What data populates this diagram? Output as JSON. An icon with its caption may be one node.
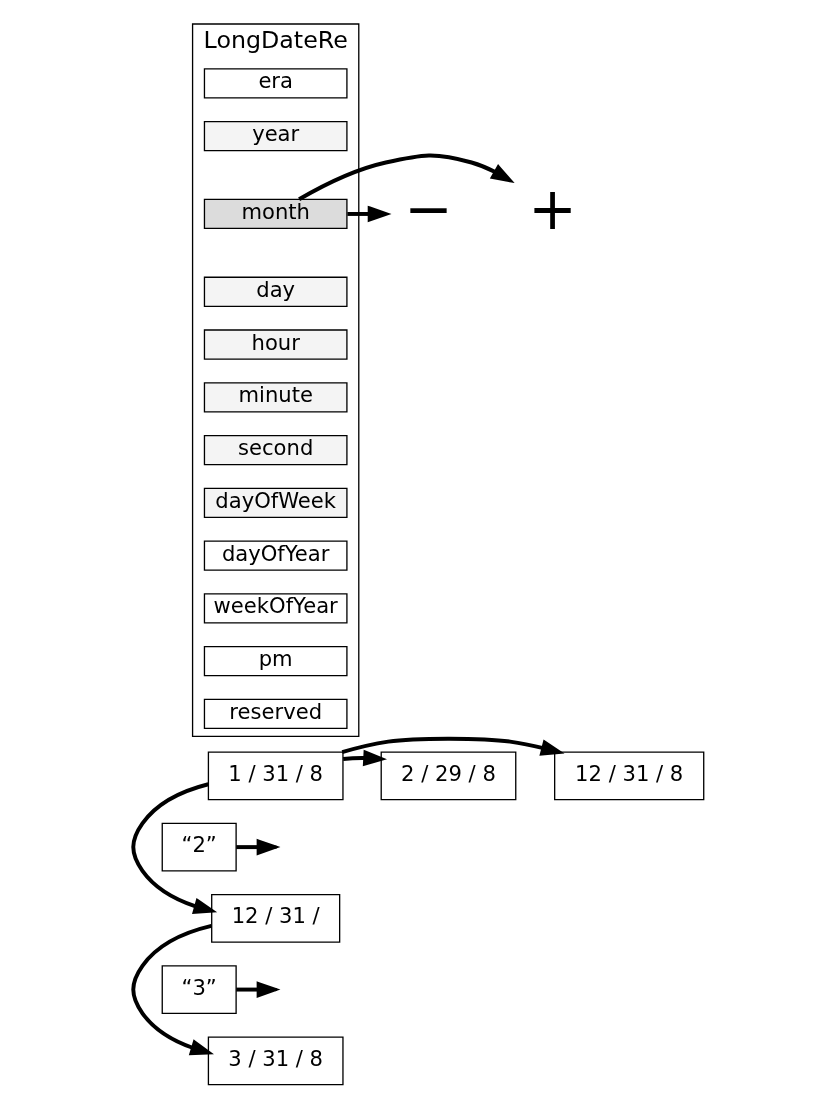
{
  "diagram": {
    "nodes": [
      {
        "text": [
          "LongDateRe"
        ]
      },
      {
        "text": [
          "era"
        ],
        "in": 0
      },
      {
        "text": [
          "year"
        ],
        "in": 0
      },
      {
        "text": [
          "month"
        ],
        "in": 0
      },
      {
        "text": [
          "day"
        ],
        "in": 0
      },
      {
        "text": [
          "hour"
        ],
        "in": 0
      },
      {
        "text": [
          "minute"
        ],
        "in": 0
      },
      {
        "text": [
          "second"
        ],
        "in": 0
      },
      {
        "text": [
          "dayOfWeek"
        ],
        "in": 0
      },
      {
        "text": [
          "dayOfYear"
        ],
        "in": 0
      },
      {
        "text": [
          "weekOfYear"
        ],
        "in": 0
      },
      {
        "text": [
          "pm"
        ],
        "in": 0
      },
      {
        "text": [
          "reserved"
        ],
        "in": 0
      },
      {
        "text": [
          "−"
        ]
      },
      {
        "text": [
          "+"
        ]
      },
      {
        "text": [
          "12 / 31 / 8"
        ]
      },
      {
        "text": [
          "1 / 31 / 8"
        ]
      },
      {
        "text": [
          "2 / 29 / 8"
        ]
      },
      {
        "text": [
          "“2”"
        ]
      },
      {
        "text": [
          "12 / 31 /"
        ]
      },
      {
        "text": [
          "“3”"
        ]
      },
      {
        "text": [
          "3 / 31 / 8"
        ]
      }
    ],
    "edges": [
      {
        "from": 3,
        "to": 13,
        "arrow": "to"
      },
      {
        "from": 3,
        "to": 14,
        "arrow": "to"
      },
      {
        "from": 16,
        "to": 15,
        "arrow": "to"
      },
      {
        "from": 16,
        "to": 17,
        "arrow": "to"
      },
      {
        "from": 16,
        "to": 19,
        "arrow": "to"
      },
      {
        "from": 18,
        "to": null,
        "arrow": "to"
      },
      {
        "from": 19,
        "to": 21,
        "arrow": "to"
      },
      {
        "from": 20,
        "to": null,
        "arrow": "to"
      }
    ]
  }
}
